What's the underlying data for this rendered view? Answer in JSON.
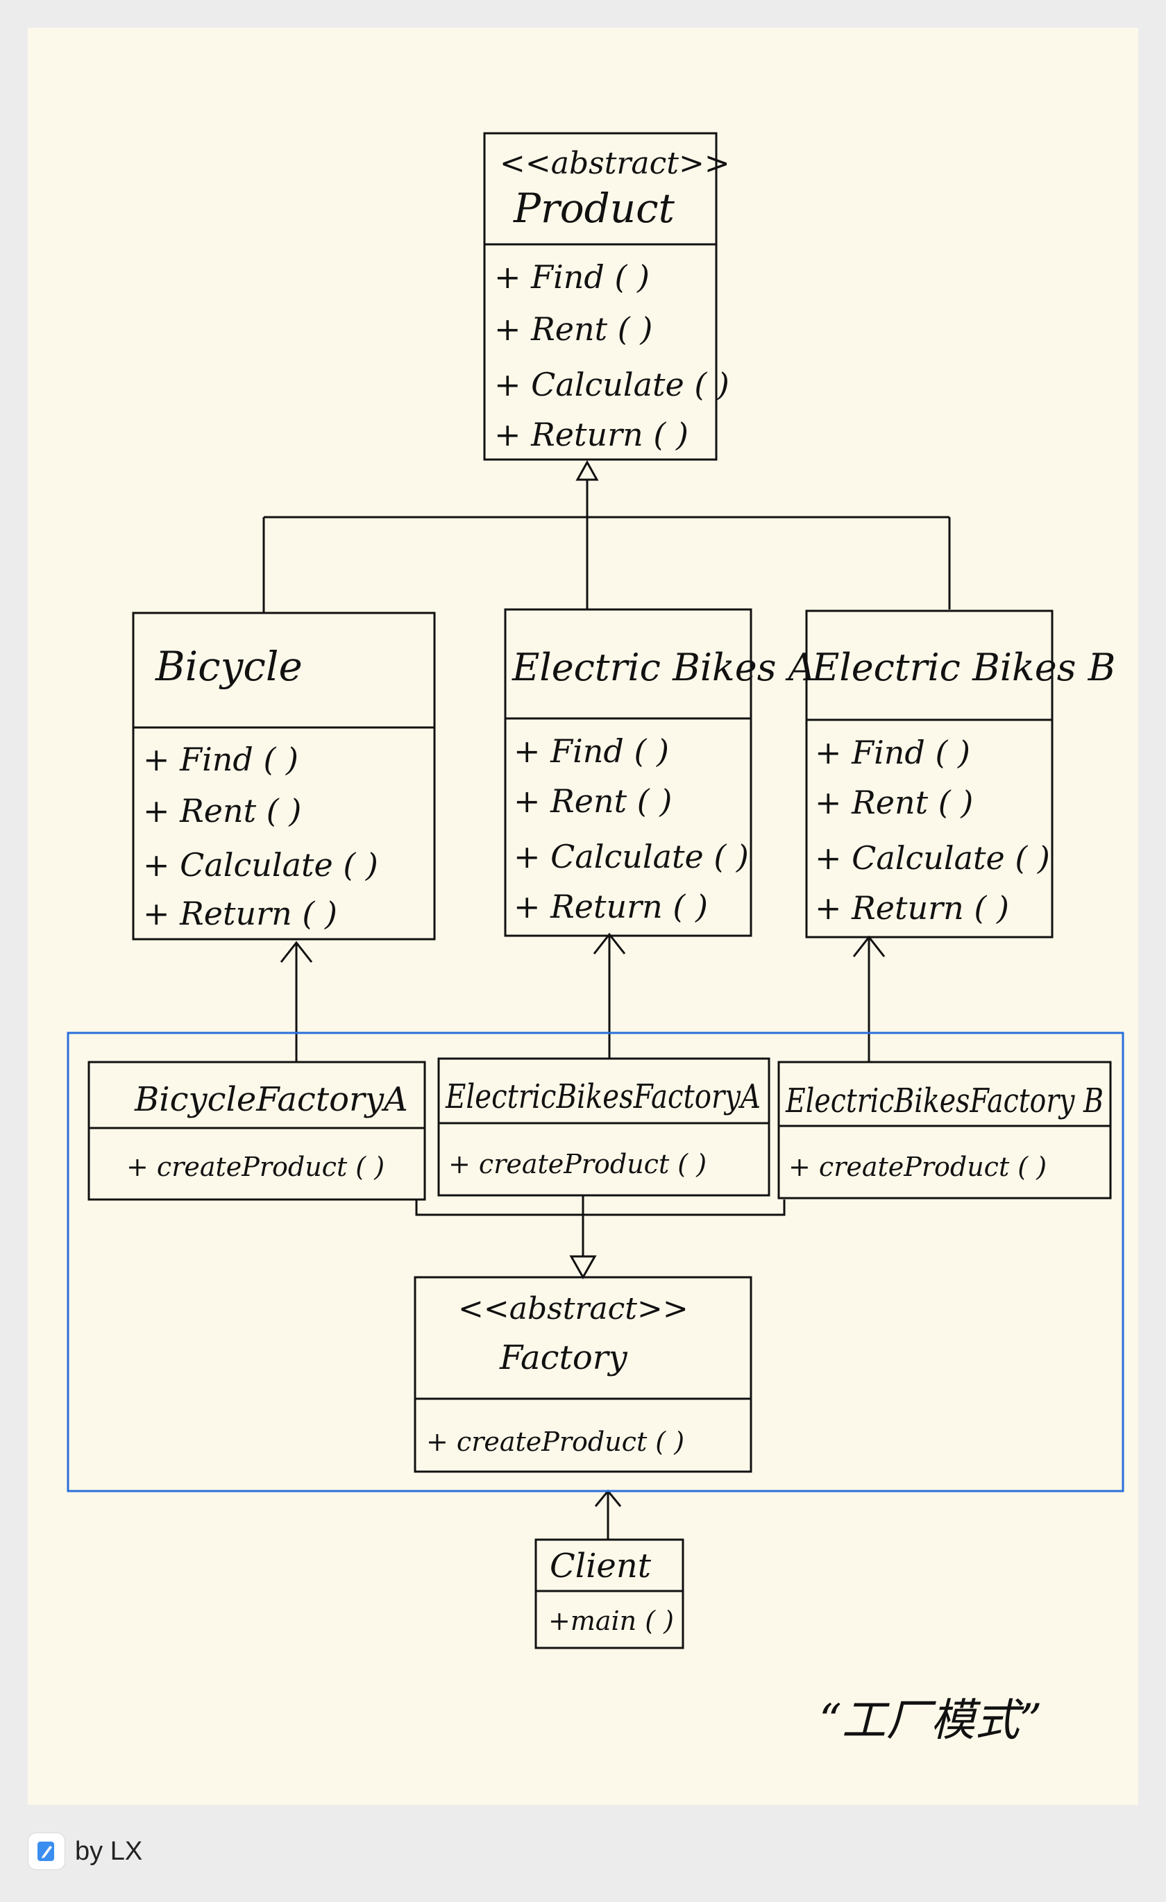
{
  "classes": {
    "product": {
      "stereotype": "<<abstract>>",
      "name": "Product",
      "ops": [
        "+ Find ( )",
        "+ Rent ( )",
        "+ Calculate ( )",
        "+ Return ( )"
      ]
    },
    "bicycle": {
      "name": "Bicycle",
      "ops": [
        "+ Find ( )",
        "+ Rent ( )",
        "+ Calculate ( )",
        "+ Return ( )"
      ]
    },
    "ebike_a": {
      "name": "Electric Bikes A",
      "ops": [
        "+ Find ( )",
        "+ Rent ( )",
        "+ Calculate ( )",
        "+ Return ( )"
      ]
    },
    "ebike_b": {
      "name": "Electric Bikes B",
      "ops": [
        "+ Find ( )",
        "+ Rent ( )",
        "+ Calculate ( )",
        "+ Return ( )"
      ]
    },
    "bicycle_factory_a": {
      "name": "BicycleFactoryA",
      "op": "+ createProduct ( )"
    },
    "ebikes_factory_a": {
      "name": "ElectricBikesFactoryA",
      "op": "+ createProduct ( )"
    },
    "ebikes_factory_b": {
      "name": "ElectricBikesFactory B",
      "op": "+ createProduct ( )"
    },
    "factory": {
      "stereotype": "<<abstract>>",
      "name": "Factory",
      "op": "+ createProduct ( )"
    },
    "client": {
      "name": "Client",
      "op": "+main ( )"
    }
  },
  "note": "“工厂模式”",
  "footer": {
    "byline": "by LX",
    "icon": "pen-note-icon"
  },
  "colors": {
    "paper": "#fdf9ea",
    "ink": "#111111",
    "frame": "#2a6fdc",
    "background": "#ececec"
  }
}
